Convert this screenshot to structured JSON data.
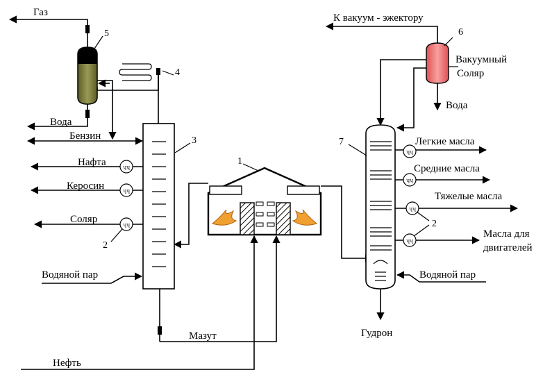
{
  "labels": {
    "gas": "Газ",
    "water_left": "Вода",
    "benzin": "Бензин",
    "nafta": "Нафта",
    "kerosin": "Керосин",
    "solyar_left": "Соляр",
    "steam_left": "Водяной пар",
    "mazut": "Мазут",
    "neft": "Нефть",
    "vacuum": "К вакуум - эжектору",
    "vac_solyar_1": "Вакуумный",
    "vac_solyar_2": "Соляр",
    "water_right": "Вода",
    "light_oils": "Легкие масла",
    "medium_oils": "Средние масла",
    "heavy_oils": "Тяжелые масла",
    "engine_oils_1": "Масла для",
    "engine_oils_2": "двигателей",
    "steam_right": "Водяной пар",
    "gudron": "Гудрон"
  },
  "numbers": {
    "n1": "1",
    "n2a": "2",
    "n2b": "2",
    "n3": "3",
    "n4": "4",
    "n5": "5",
    "n6": "6",
    "n7": "7"
  },
  "pump_symbol": "ʮʮ",
  "colors": {
    "separator": "#7a7a3a",
    "vacuum_vessel": "#f07070",
    "flame": "#f0a030",
    "line": "#000000"
  }
}
